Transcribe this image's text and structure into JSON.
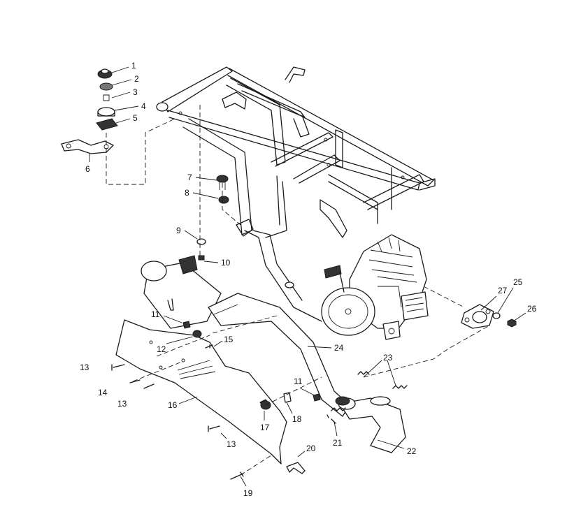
{
  "colors": {
    "ink": "#1a1a1a",
    "paper": "#ffffff"
  },
  "callouts": {
    "n1": "1",
    "n2": "2",
    "n3": "3",
    "n4": "4",
    "n5": "5",
    "n6": "6",
    "n7": "7",
    "n8": "8",
    "n9": "9",
    "n10": "10",
    "n11a": "11",
    "n11b": "11",
    "n12": "12",
    "n13a": "13",
    "n13b": "13",
    "n13c": "13",
    "n14": "14",
    "n15": "15",
    "n16": "16",
    "n17": "17",
    "n18": "18",
    "n19": "19",
    "n20": "20",
    "n21": "21",
    "n22": "22",
    "n23": "23",
    "n24": "24",
    "n25": "25",
    "n26": "26",
    "n27": "27"
  }
}
